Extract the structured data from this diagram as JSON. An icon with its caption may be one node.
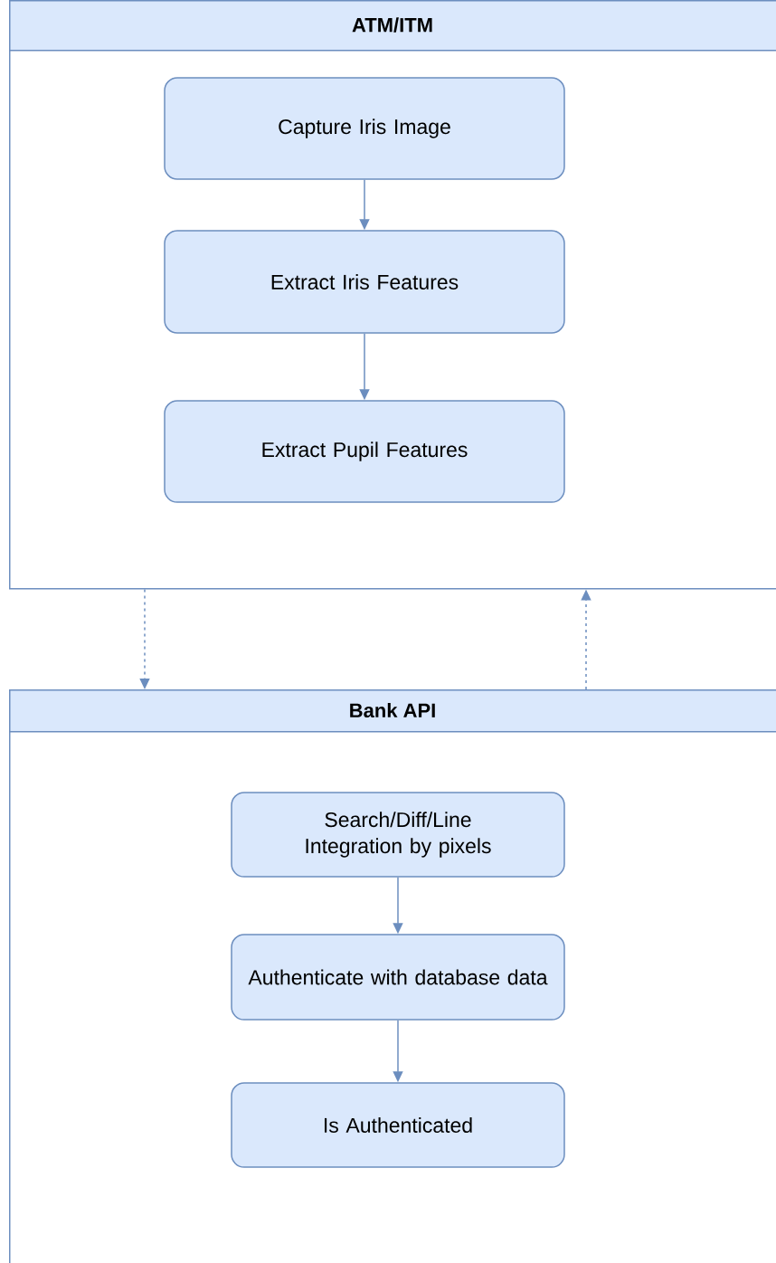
{
  "diagram": {
    "nodes": [
      {
        "text": [
          "ATM/ITM"
        ]
      },
      {
        "text": [
          "Capture Iris Image"
        ],
        "in": 0
      },
      {
        "text": [
          "Extract Iris Features"
        ],
        "in": 0
      },
      {
        "text": [
          "Extract Pupil Features"
        ],
        "in": 0
      },
      {
        "text": [
          "Bank API"
        ]
      },
      {
        "text": [
          "Search/Diff/Line Integration by pixels"
        ],
        "in": 4
      },
      {
        "text": [
          "Authenticate with database data"
        ],
        "in": 4
      },
      {
        "text": [
          "Is Authenticated"
        ],
        "in": 4
      }
    ],
    "edges": [
      {
        "from": 1,
        "to": 2,
        "arrow": "to"
      },
      {
        "from": 2,
        "to": 3,
        "arrow": "to"
      },
      {
        "from": 0,
        "to": 4,
        "arrow": "to",
        "style": "dashed"
      },
      {
        "from": 4,
        "to": 0,
        "arrow": "to",
        "style": "dashed"
      },
      {
        "from": 5,
        "to": 6,
        "arrow": "to"
      },
      {
        "from": 6,
        "to": 7,
        "arrow": "to"
      }
    ]
  }
}
